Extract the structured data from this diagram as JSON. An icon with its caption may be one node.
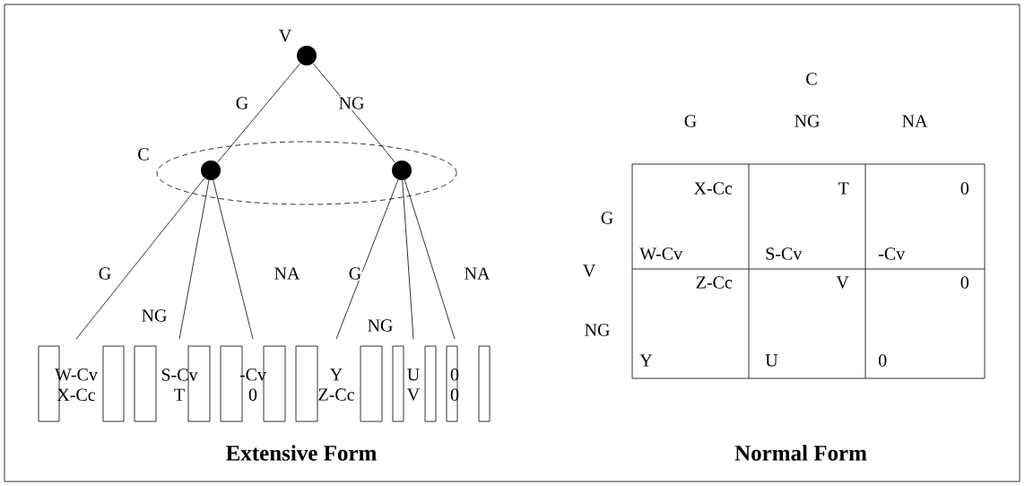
{
  "diagram": {
    "nodes": [
      {
        "text": [],
        "shape": "circle",
        "beside": [
          "V"
        ]
      },
      {
        "text": [],
        "shape": "ellipse",
        "beside": [
          "C"
        ]
      },
      {
        "text": [],
        "shape": "circle",
        "in": 1
      },
      {
        "text": [],
        "shape": "circle",
        "in": 1
      },
      {
        "text": [
          "W-Cv",
          "X-Cc"
        ]
      },
      {
        "text": [
          "S-Cv",
          "T"
        ]
      },
      {
        "text": [
          "-Cv",
          "0"
        ]
      },
      {
        "text": [
          "Y",
          "Z-Cc"
        ]
      },
      {
        "text": [
          "U",
          "V"
        ]
      },
      {
        "text": [
          "0",
          "0"
        ]
      }
    ],
    "edges": [
      {
        "from": 0,
        "to": 2,
        "arrow": "none",
        "label": "G"
      },
      {
        "from": 0,
        "to": 3,
        "arrow": "none",
        "label": "NG"
      },
      {
        "from": 2,
        "to": 4,
        "arrow": "none",
        "label": "G"
      },
      {
        "from": 2,
        "to": 5,
        "arrow": "none",
        "label": "NG"
      },
      {
        "from": 2,
        "to": 6,
        "arrow": "none",
        "label": "NA"
      },
      {
        "from": 3,
        "to": 7,
        "arrow": "none",
        "label": "G"
      },
      {
        "from": 3,
        "to": 8,
        "arrow": "none",
        "label": "NG"
      },
      {
        "from": 3,
        "to": 9,
        "arrow": "none",
        "label": "NA"
      }
    ],
    "labels": [
      "C",
      "G",
      "NG",
      "NA",
      "X-Cc",
      "T",
      "0",
      "G",
      "W-Cv",
      "S-Cv",
      "-Cv",
      "V",
      "Z-Cc",
      "V",
      "0",
      "NG",
      "Y",
      "U",
      "0",
      "Extensive Form",
      "Normal Form"
    ]
  }
}
